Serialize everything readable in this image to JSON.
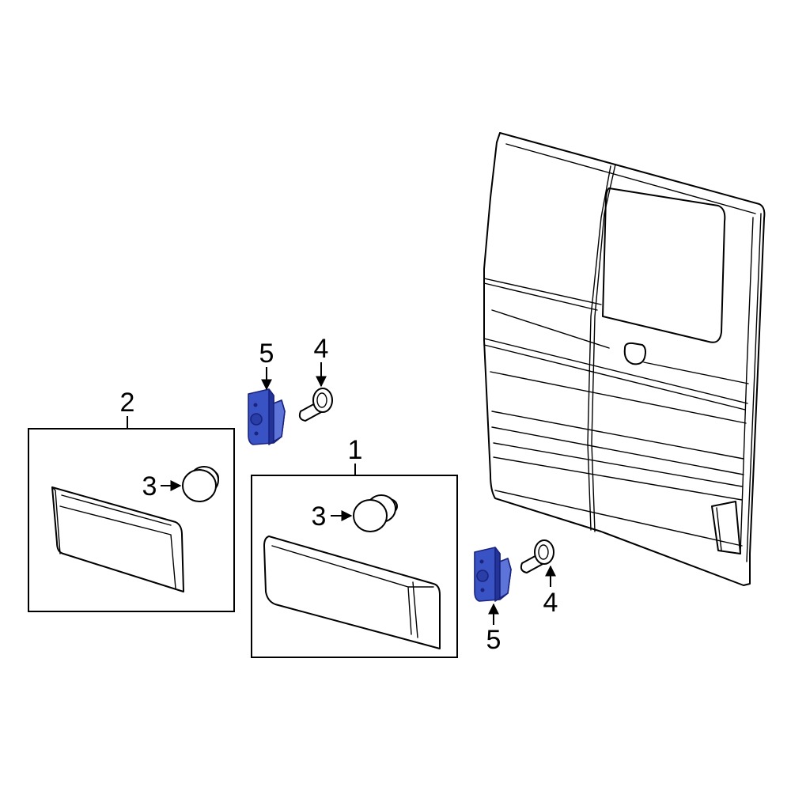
{
  "colors": {
    "highlight": "#3a53c4",
    "highlight_dark": "#22349a",
    "line": "#000000",
    "background": "#ffffff"
  },
  "callouts": {
    "part_1": "1",
    "part_2": "2",
    "part_3_left": "3",
    "part_3_right": "3",
    "part_4_top": "4",
    "part_4_bottom": "4",
    "part_5_top": "5",
    "part_5_bottom": "5"
  }
}
